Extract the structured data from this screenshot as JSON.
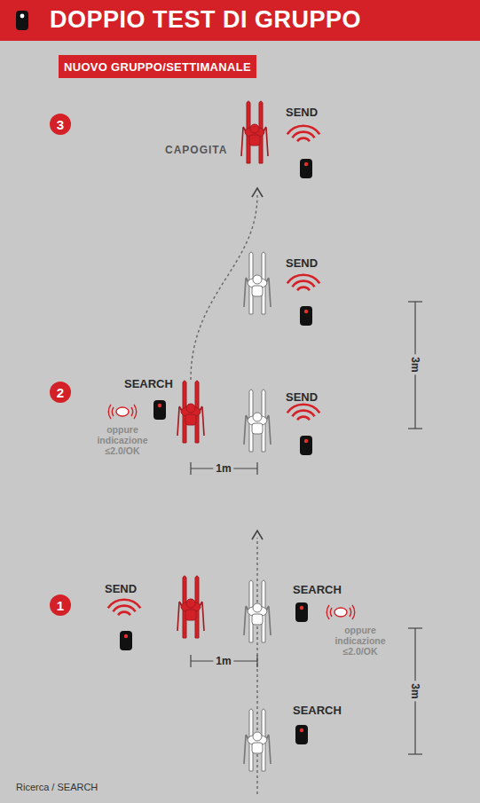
{
  "diagram": {
    "title": "DOPPIO TEST DI GRUPPO",
    "nodes": [
      {
        "text": [
          "NUOVO GRUPPO/SETTIMANALE"
        ]
      }
    ],
    "labels": [
      "3",
      "CAPOGITA",
      "SEND",
      "SEND",
      "2",
      "SEARCH",
      "oppure indicazione ≤2.0/OK",
      "SEND",
      "1m",
      "3m",
      "1",
      "SEND",
      "SEARCH",
      "oppure indicazione ≤2.0/OK",
      "1m",
      "3m",
      "SEARCH",
      "Ricerca / SEARCH"
    ]
  }
}
